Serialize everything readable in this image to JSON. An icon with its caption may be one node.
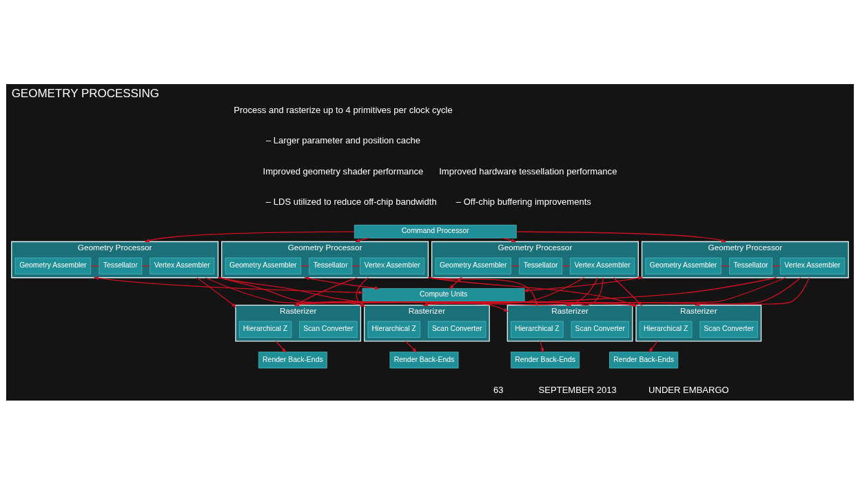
{
  "diagram": {
    "title": "GEOMETRY PROCESSING",
    "nodes": [
      {
        "text": [
          "Command Processor"
        ]
      },
      {
        "text": [
          "Geometry Processor"
        ]
      },
      {
        "text": [
          "Geometry Assembler"
        ],
        "in": 1
      },
      {
        "text": [
          "Tessellator"
        ],
        "in": 1
      },
      {
        "text": [
          "Vertex Assembler"
        ],
        "in": 1
      },
      {
        "text": [
          "Geometry Processor"
        ]
      },
      {
        "text": [
          "Geometry Assembler"
        ],
        "in": 5
      },
      {
        "text": [
          "Tessellator"
        ],
        "in": 5
      },
      {
        "text": [
          "Vertex Assembler"
        ],
        "in": 5
      },
      {
        "text": [
          "Geometry Processor"
        ]
      },
      {
        "text": [
          "Geometry Assembler"
        ],
        "in": 9
      },
      {
        "text": [
          "Tessellator"
        ],
        "in": 9
      },
      {
        "text": [
          "Vertex Assembler"
        ],
        "in": 9
      },
      {
        "text": [
          "Geometry Processor"
        ]
      },
      {
        "text": [
          "Geometry Assembler"
        ],
        "in": 13
      },
      {
        "text": [
          "Tessellator"
        ],
        "in": 13
      },
      {
        "text": [
          "Vertex Assembler"
        ],
        "in": 13
      },
      {
        "text": [
          "Compute Units"
        ]
      },
      {
        "text": [
          "Rasterizer"
        ]
      },
      {
        "text": [
          "Scan Converter"
        ],
        "in": 18
      },
      {
        "text": [
          "Hierarchical Z"
        ],
        "in": 18
      },
      {
        "text": [
          "Rasterizer"
        ]
      },
      {
        "text": [
          "Scan Converter"
        ],
        "in": 21
      },
      {
        "text": [
          "Hierarchical Z"
        ],
        "in": 21
      },
      {
        "text": [
          "Rasterizer"
        ]
      },
      {
        "text": [
          "Scan Converter"
        ],
        "in": 24
      },
      {
        "text": [
          "Hierarchical Z"
        ],
        "in": 24
      },
      {
        "text": [
          "Rasterizer"
        ]
      },
      {
        "text": [
          "Scan Converter"
        ],
        "in": 27
      },
      {
        "text": [
          "Hierarchical Z"
        ],
        "in": 27
      },
      {
        "text": [
          "Render Back-Ends"
        ]
      },
      {
        "text": [
          "Render Back-Ends"
        ]
      },
      {
        "text": [
          "Render Back-Ends"
        ]
      },
      {
        "text": [
          "Render Back-Ends"
        ]
      }
    ],
    "edges": [
      {
        "from": 0,
        "to": 1,
        "arrow": "to"
      },
      {
        "from": 0,
        "to": 5,
        "arrow": "to"
      },
      {
        "from": 0,
        "to": 9,
        "arrow": "to"
      },
      {
        "from": 0,
        "to": 13,
        "arrow": "to"
      },
      {
        "from": 2,
        "to": 3,
        "arrow": "none"
      },
      {
        "from": 3,
        "to": 4,
        "arrow": "none"
      },
      {
        "from": 6,
        "to": 7,
        "arrow": "none"
      },
      {
        "from": 7,
        "to": 8,
        "arrow": "none"
      },
      {
        "from": 10,
        "to": 11,
        "arrow": "none"
      },
      {
        "from": 11,
        "to": 12,
        "arrow": "none"
      },
      {
        "from": 14,
        "to": 15,
        "arrow": "none"
      },
      {
        "from": 15,
        "to": 16,
        "arrow": "none"
      },
      {
        "from": 1,
        "to": 17,
        "arrow": "both"
      },
      {
        "from": 5,
        "to": 17,
        "arrow": "both"
      },
      {
        "from": 9,
        "to": 17,
        "arrow": "both"
      },
      {
        "from": 13,
        "to": 17,
        "arrow": "both"
      },
      {
        "from": 1,
        "to": 18,
        "arrow": "to"
      },
      {
        "from": 1,
        "to": 21,
        "arrow": "to"
      },
      {
        "from": 1,
        "to": 24,
        "arrow": "to"
      },
      {
        "from": 1,
        "to": 27,
        "arrow": "to"
      },
      {
        "from": 5,
        "to": 18,
        "arrow": "to"
      },
      {
        "from": 5,
        "to": 21,
        "arrow": "to"
      },
      {
        "from": 5,
        "to": 24,
        "arrow": "to"
      },
      {
        "from": 5,
        "to": 27,
        "arrow": "to"
      },
      {
        "from": 9,
        "to": 18,
        "arrow": "to"
      },
      {
        "from": 9,
        "to": 21,
        "arrow": "to"
      },
      {
        "from": 9,
        "to": 24,
        "arrow": "to"
      },
      {
        "from": 9,
        "to": 27,
        "arrow": "to"
      },
      {
        "from": 13,
        "to": 18,
        "arrow": "to"
      },
      {
        "from": 13,
        "to": 21,
        "arrow": "to"
      },
      {
        "from": 13,
        "to": 24,
        "arrow": "to"
      },
      {
        "from": 13,
        "to": 27,
        "arrow": "to"
      },
      {
        "from": 18,
        "to": 30,
        "arrow": "to"
      },
      {
        "from": 21,
        "to": 31,
        "arrow": "to"
      },
      {
        "from": 24,
        "to": 32,
        "arrow": "to"
      },
      {
        "from": 27,
        "to": 33,
        "arrow": "to"
      }
    ],
    "labels": [
      "Process and rasterize up to 4 primitives per clock cycle",
      "– Larger parameter and position cache",
      "Improved geometry shader performance",
      "– LDS utilized to reduce off-chip bandwidth",
      "Improved hardware tessellation performance",
      "– Off-chip buffering improvements",
      "63",
      "SEPTEMBER 2013",
      "UNDER EMBARGO"
    ]
  }
}
